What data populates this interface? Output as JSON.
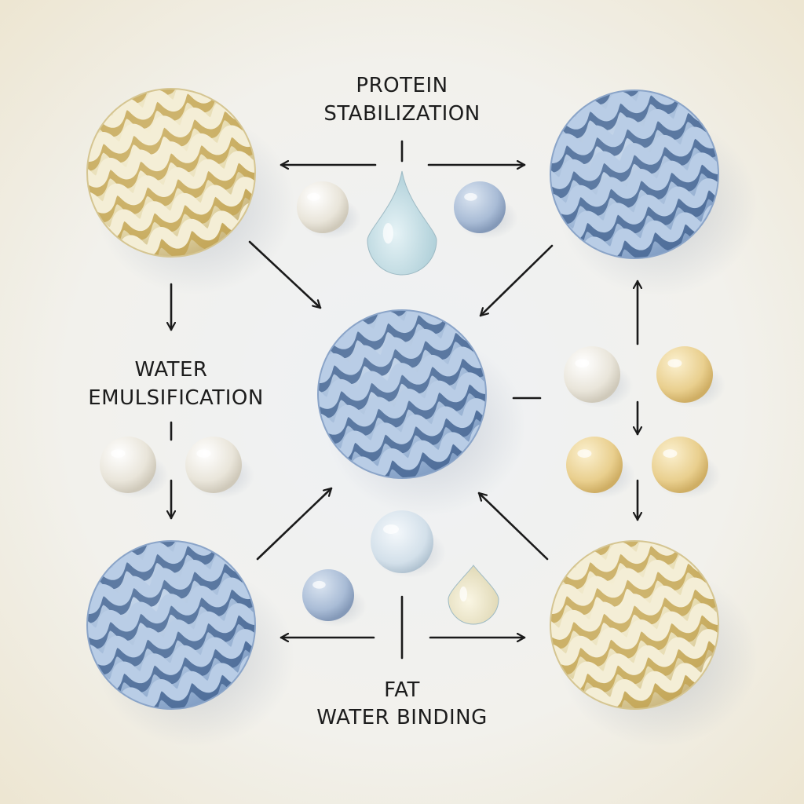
{
  "labels": {
    "top_line1": "PROTEIN",
    "top_line2": "STABILIZATION",
    "left_line1": "WATER",
    "left_line2": "EMULSIFICATION",
    "bottom_line1": "FAT",
    "bottom_line2": "WATER BINDING"
  },
  "colors": {
    "background": "#f3f1ea",
    "blue_sphere": "#a9c0dc",
    "cream_sphere": "#efe6c4",
    "yellow_bead": "#e8cf8f",
    "white_bead": "#efebe0",
    "arrow": "#1a1a1a"
  }
}
